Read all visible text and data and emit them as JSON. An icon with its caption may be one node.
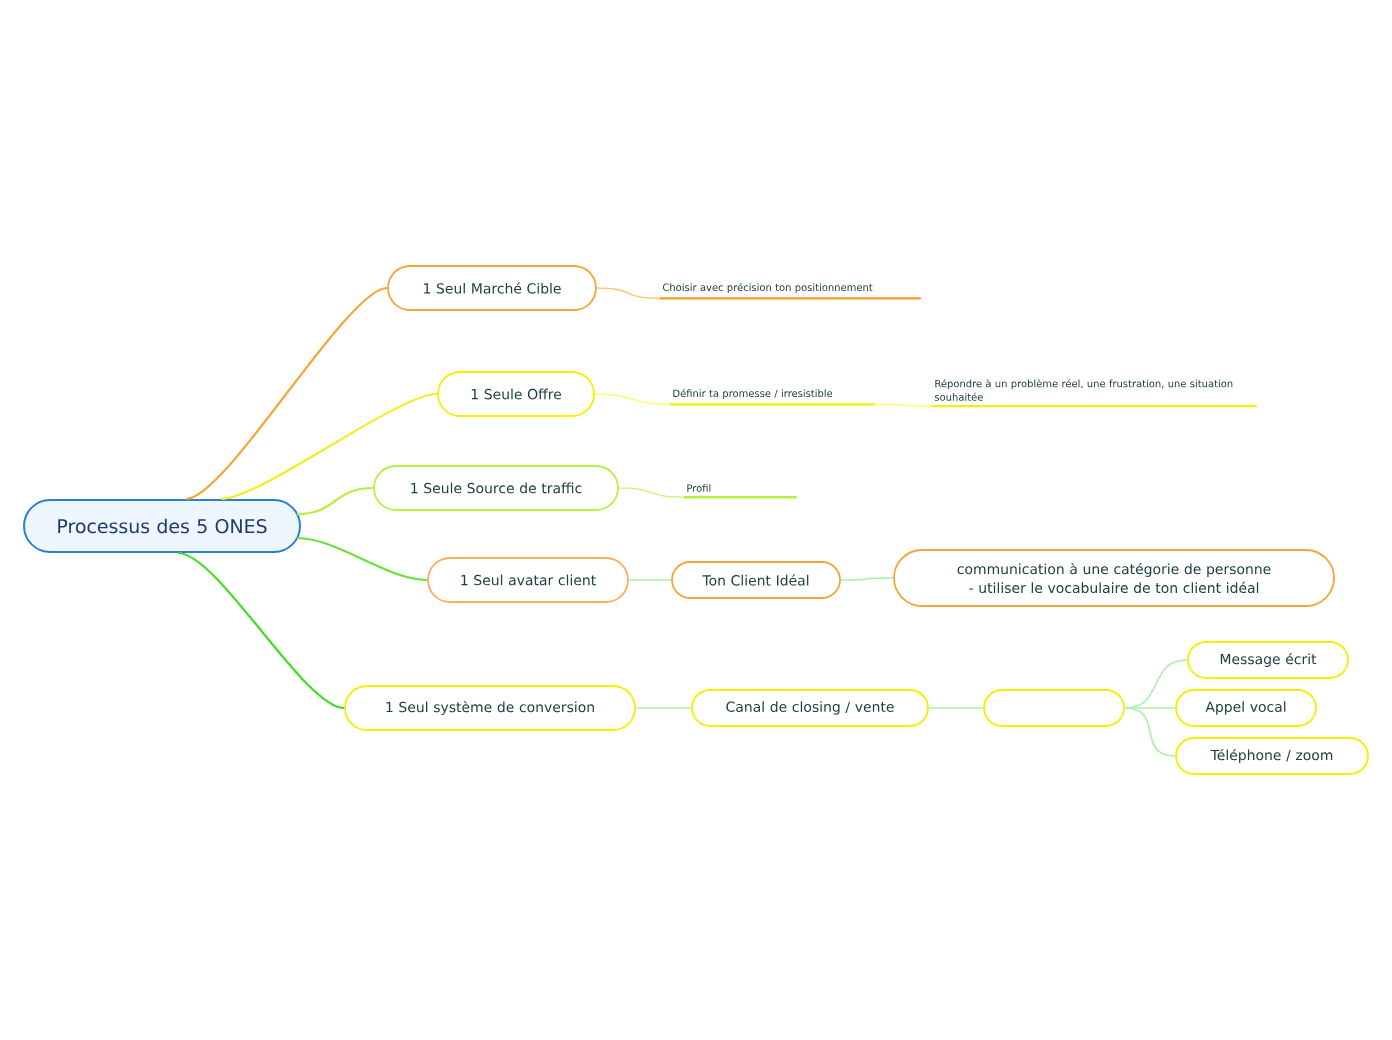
{
  "diagram": {
    "nodes": [
      {
        "text": [
          "Processus des 5 ONES"
        ]
      },
      {
        "text": [
          "1 Seul Marché Cible"
        ]
      },
      {
        "text": [
          "Choisir avec précision ton positionnement"
        ]
      },
      {
        "text": [
          "1 Seule Offre"
        ]
      },
      {
        "text": [
          "Définir ta promesse / irresistible"
        ]
      },
      {
        "text": [
          "Répondre à un problème réel, une frustration, une situation souhaitée"
        ]
      },
      {
        "text": [
          "1 Seule Source de traffic"
        ]
      },
      {
        "text": [
          "Profil"
        ]
      },
      {
        "text": [
          "1 Seul avatar client"
        ]
      },
      {
        "text": [
          "Ton Client Idéal"
        ]
      },
      {
        "text": [
          "communication à une catégorie de personne - utiliser le vocabulaire de ton client idéal"
        ]
      },
      {
        "text": [
          "1 Seul système de conversion"
        ]
      },
      {
        "text": [
          "Canal de closing / vente"
        ]
      },
      {
        "text": [],
        "shape": "box"
      },
      {
        "text": [
          "Message écrit"
        ]
      },
      {
        "text": [
          "Appel vocal"
        ]
      },
      {
        "text": [
          "Téléphone / zoom"
        ]
      }
    ],
    "edges": [
      {
        "from": 0,
        "to": 1,
        "arrow": "none",
        "color": "#f7a536"
      },
      {
        "from": 1,
        "to": 2,
        "arrow": "none",
        "color": "#ffc880"
      },
      {
        "from": 0,
        "to": 3,
        "arrow": "none",
        "color": "#f2ee20"
      },
      {
        "from": 3,
        "to": 4,
        "arrow": "none",
        "color": "#ffff70"
      },
      {
        "from": 4,
        "to": 5,
        "arrow": "none",
        "color": "#ffff70"
      },
      {
        "from": 0,
        "to": 6,
        "arrow": "none",
        "color": "#b8f040"
      },
      {
        "from": 6,
        "to": 7,
        "arrow": "none",
        "color": "#cff58a"
      },
      {
        "from": 0,
        "to": 8,
        "arrow": "none",
        "color": "#6be03a"
      },
      {
        "from": 8,
        "to": 9,
        "arrow": "none",
        "color": "#a8f0a8"
      },
      {
        "from": 9,
        "to": 10,
        "arrow": "none",
        "color": "#a8f0a8"
      },
      {
        "from": 0,
        "to": 11,
        "arrow": "none",
        "color": "#44dd22"
      },
      {
        "from": 11,
        "to": 12,
        "arrow": "none",
        "color": "#a8f0a8"
      },
      {
        "from": 12,
        "to": 13,
        "arrow": "none",
        "color": "#a8f0a8"
      },
      {
        "from": 13,
        "to": 14,
        "arrow": "none",
        "color": "#a8f0a8"
      },
      {
        "from": 13,
        "to": 15,
        "arrow": "none",
        "color": "#a8f0a8"
      },
      {
        "from": 13,
        "to": 16,
        "arrow": "none",
        "color": "#a8f0a8"
      }
    ]
  }
}
